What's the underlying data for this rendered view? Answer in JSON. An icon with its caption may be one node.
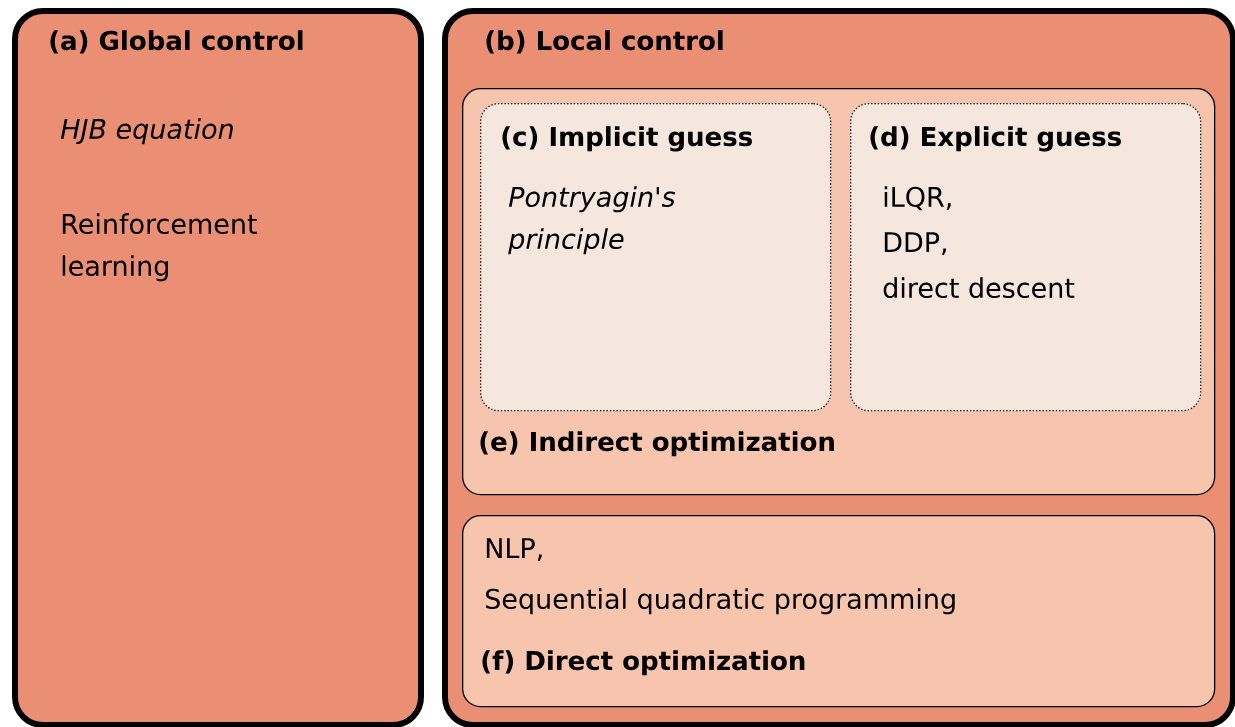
{
  "diagram": {
    "nodes": [
      {
        "text": [
          "(a) Global control",
          "HJB equation",
          "Reinforcement learning"
        ]
      },
      {
        "text": [
          "(b) Local control"
        ]
      },
      {
        "text": [
          "(e) Indirect optimization"
        ],
        "in": 1
      },
      {
        "text": [
          "(c) Implicit guess",
          "Pontryagin's principle"
        ],
        "in": 2
      },
      {
        "text": [
          "(d) Explicit guess",
          "iLQR,",
          "DDP,",
          "direct descent"
        ],
        "in": 2
      },
      {
        "text": [
          "NLP,",
          "Sequential quadratic programming",
          "(f) Direct optimization"
        ],
        "in": 1
      }
    ]
  }
}
